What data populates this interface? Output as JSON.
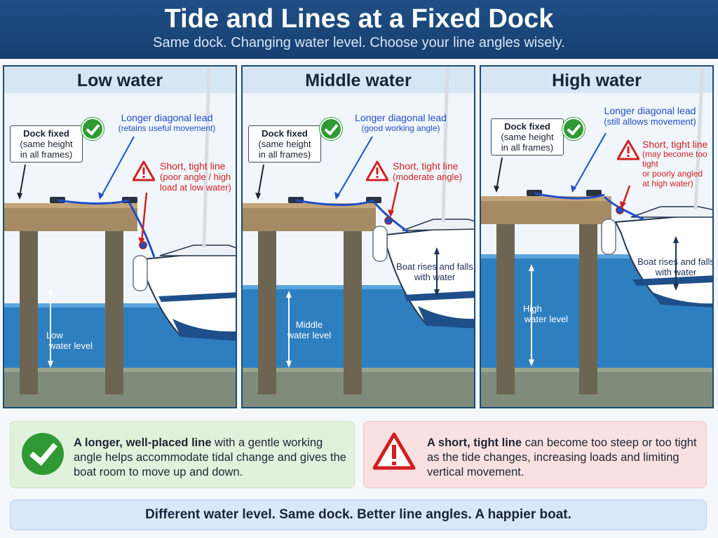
{
  "header": {
    "title": "Tide and Lines at a Fixed Dock",
    "subtitle": "Same dock. Changing water level. Choose your line angles wisely."
  },
  "panels": [
    {
      "title": "Low water",
      "dock_label": [
        "Dock fixed",
        "(same height",
        "in all frames)"
      ],
      "long_line": [
        "Longer diagonal lead",
        "(retains useful movement)"
      ],
      "short_line": [
        "Short, tight line",
        "(poor angle / high",
        "load at low water)"
      ],
      "water_label": [
        "Low",
        "water level"
      ],
      "boat_label": []
    },
    {
      "title": "Middle water",
      "dock_label": [
        "Dock fixed",
        "(same height",
        "in all frames)"
      ],
      "long_line": [
        "Longer diagonal lead",
        "(good working angle)"
      ],
      "short_line": [
        "Short, tight line",
        "(moderate angle)"
      ],
      "water_label": [
        "Middle",
        "water level"
      ],
      "boat_label": [
        "Boat rises and falls",
        "with water"
      ]
    },
    {
      "title": "High water",
      "dock_label": [
        "Dock fixed",
        "(same height",
        "in all frames)"
      ],
      "long_line": [
        "Longer diagonal lead",
        "(still allows movement)"
      ],
      "short_line": [
        "Short, tight line",
        "(may become too tight",
        "or poorly angled",
        "at high water)"
      ],
      "water_label": [
        "High",
        "water level"
      ],
      "boat_label": [
        "Boat rises and falls",
        "with water"
      ]
    }
  ],
  "notes": {
    "good_bold": "A longer, well-placed line",
    "good_rest": " with a gentle working angle helps accommodate tidal change and gives the boat room to move up and down.",
    "bad_bold": "A short, tight line",
    "bad_rest": " can become too steep or too tight as the tide changes, increasing loads and limiting vertical movement."
  },
  "footer": "Different water level. Same dock. Better line angles. A happier boat.",
  "colors": {
    "header": "#1f4f86",
    "water": "#2a7bbd",
    "line_blue": "#1f4fc7",
    "warning_red": "#d11f1f",
    "check_green": "#2f9a33"
  },
  "icons": [
    "check-icon",
    "warning-icon"
  ]
}
